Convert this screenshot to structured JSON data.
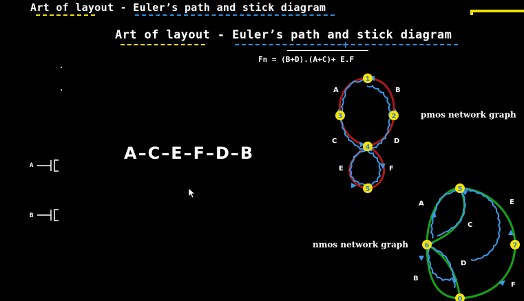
{
  "header": {
    "small_title": "Art of layout - Euler’s path and stick diagram",
    "main_title": "Art of layout - Euler’s path and stick diagram",
    "plus_mark": "+"
  },
  "formula": "Fn = (B+D).(A+C)+ E.F",
  "euler_path": "A–C–E–F–D–B",
  "gates": [
    {
      "label": "A"
    },
    {
      "label": "B"
    }
  ],
  "pmos_graph": {
    "title": "pmos network graph",
    "nodes": [
      "1",
      "2",
      "3",
      "4",
      "5"
    ],
    "edges": [
      "A",
      "B",
      "C",
      "D",
      "E",
      "F"
    ]
  },
  "nmos_graph": {
    "title": "nmos network graph",
    "nodes": [
      "5",
      "6",
      "7",
      "0"
    ],
    "edges": [
      "A",
      "B",
      "C",
      "D",
      "E",
      "F"
    ]
  },
  "colors": {
    "node_yellow": "#f5e50a",
    "path_blue": "#3a9ae8",
    "edge_red": "#b01818",
    "edge_green": "#17a317",
    "underline_yellow": "#f0e000"
  }
}
